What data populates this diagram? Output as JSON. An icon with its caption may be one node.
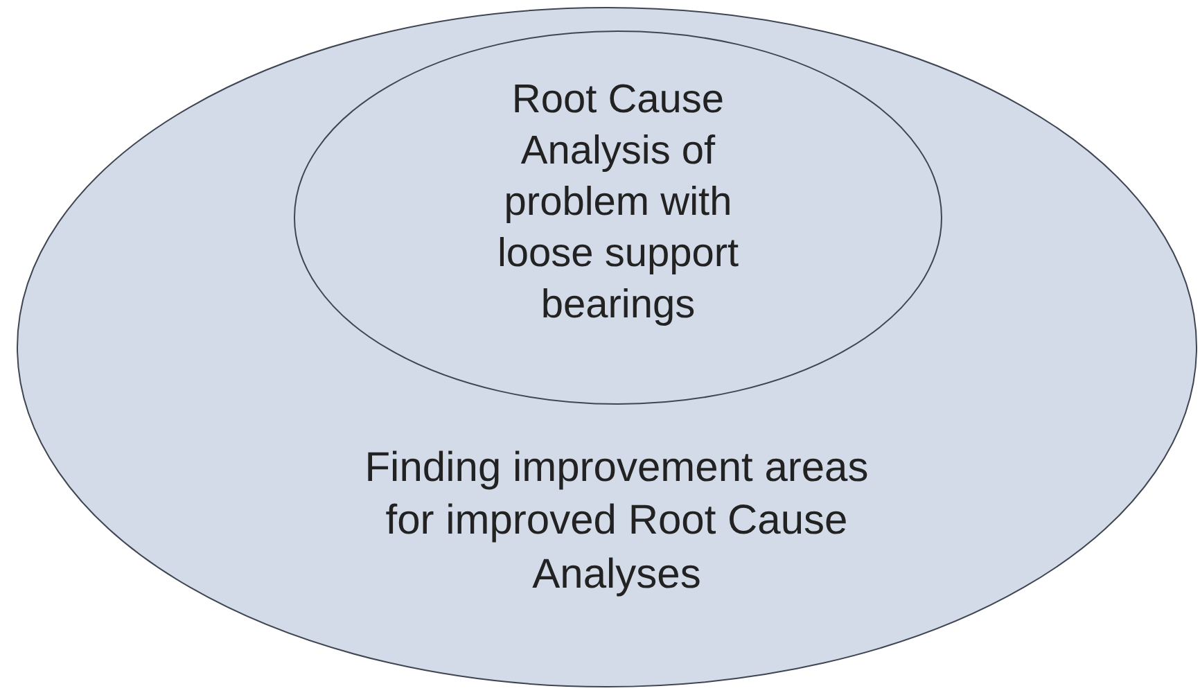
{
  "diagram": {
    "nodes": [
      {
        "text": [
          "Finding improvement areas for improved Root Cause Analyses"
        ]
      },
      {
        "text": [
          "Root Cause Analysis of problem with loose support bearings"
        ],
        "in": 0
      }
    ]
  }
}
